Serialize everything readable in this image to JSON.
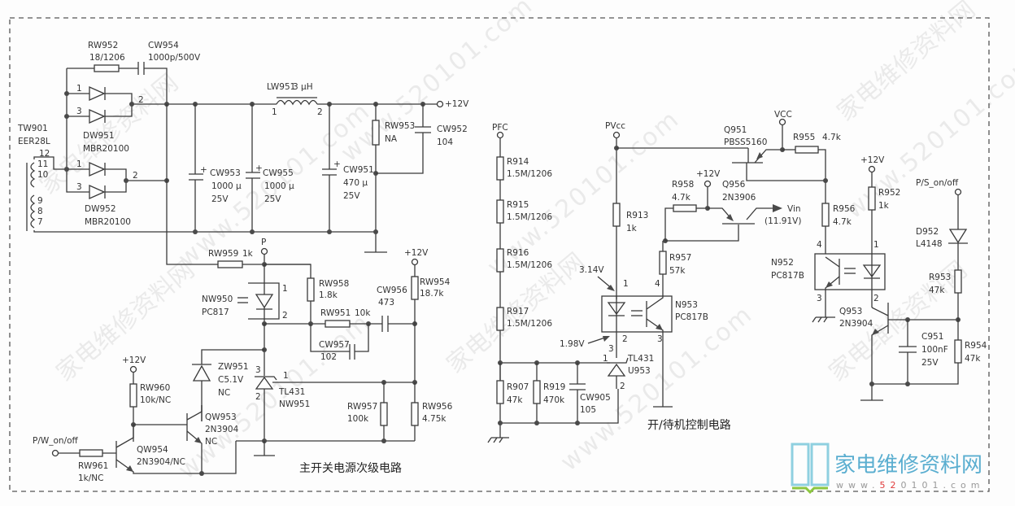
{
  "titles": {
    "main_secondary": "主开关电源次级电路",
    "standby_control": "开/待机控制电路"
  },
  "watermark": {
    "site_name": "家电维修资料网",
    "url": "www.520101.com"
  },
  "logo": {
    "text": "家电维修资料网",
    "url_prefix": "www.",
    "url_red": "52",
    "url_rest": "0101.com"
  },
  "nets": {
    "plus12v": "+12V",
    "p": "P",
    "pfc": "PFC",
    "pvcc": "PVcc",
    "vcc": "VCC",
    "vin": "Vin",
    "vin_value": "(11.91V)",
    "pw_onoff": "P/W_on/off",
    "ps_onoff": "P/S_on/off",
    "v314": "3.14V",
    "v198": "1.98V"
  },
  "components": {
    "TW901": {
      "ref": "TW901",
      "value": "EER28L",
      "pins": [
        "12",
        "11",
        "10",
        "9",
        "8",
        "7"
      ]
    },
    "RW952": {
      "ref": "RW952",
      "value": "18/1206"
    },
    "CW954": {
      "ref": "CW954",
      "value": "1000p/500V"
    },
    "DW951": {
      "ref": "DW951",
      "value": "MBR20100",
      "pins": [
        "1",
        "3",
        "2"
      ]
    },
    "DW952": {
      "ref": "DW952",
      "value": "MBR20100",
      "pins": [
        "1",
        "3",
        "2"
      ]
    },
    "LW951": {
      "ref": "LW951",
      "value": "3 μH",
      "pins": [
        "1",
        "2"
      ]
    },
    "CW953": {
      "ref": "CW953",
      "value": "1000 μ",
      "voltage": "25V"
    },
    "CW955": {
      "ref": "CW955",
      "value": "1000 μ",
      "voltage": "25V"
    },
    "CW951": {
      "ref": "CW951",
      "value": "470 μ",
      "voltage": "25V"
    },
    "RW953": {
      "ref": "RW953",
      "value": "NA"
    },
    "CW952": {
      "ref": "CW952",
      "value": "104"
    },
    "RW959": {
      "ref": "RW959",
      "value": "1k"
    },
    "NW950": {
      "ref": "NW950",
      "value": "PC817",
      "pins": [
        "1",
        "2"
      ]
    },
    "RW958": {
      "ref": "RW958",
      "value": "1.8k"
    },
    "RW951": {
      "ref": "RW951",
      "value": "10k"
    },
    "CW956": {
      "ref": "CW956",
      "value": "473"
    },
    "CW957": {
      "ref": "CW957",
      "value": "102"
    },
    "RW954": {
      "ref": "RW954",
      "value": "18.7k"
    },
    "ZW951": {
      "ref": "ZW951",
      "value": "C5.1V",
      "note": "NC"
    },
    "NW951": {
      "ref": "NW951",
      "value": "TL431",
      "pins": [
        "3",
        "1",
        "2"
      ]
    },
    "RW960": {
      "ref": "RW960",
      "value": "10k/NC"
    },
    "QW953": {
      "ref": "QW953",
      "value": "2N3904",
      "note": "NC"
    },
    "QW954": {
      "ref": "QW954",
      "value": "2N3904/NC"
    },
    "RW961": {
      "ref": "RW961",
      "value": "1k/NC"
    },
    "RW957": {
      "ref": "RW957",
      "value": "100k"
    },
    "RW956": {
      "ref": "RW956",
      "value": "4.75k"
    },
    "R914": {
      "ref": "R914",
      "value": "1.5M/1206"
    },
    "R915": {
      "ref": "R915",
      "value": "1.5M/1206"
    },
    "R916": {
      "ref": "R916",
      "value": "1.5M/1206"
    },
    "R917": {
      "ref": "R917",
      "value": "1.5M/1206"
    },
    "R907": {
      "ref": "R907",
      "value": "47k"
    },
    "R919": {
      "ref": "R919",
      "value": "470k"
    },
    "CW905": {
      "ref": "CW905",
      "value": "105"
    },
    "R913": {
      "ref": "R913",
      "value": "1k"
    },
    "N953": {
      "ref": "N953",
      "value": "PC817B",
      "pins": [
        "1",
        "2",
        "4",
        "3"
      ]
    },
    "U953": {
      "ref": "U953",
      "value": "TL431",
      "pins": [
        "3",
        "1",
        "2"
      ]
    },
    "R957": {
      "ref": "R957",
      "value": "57k"
    },
    "R958": {
      "ref": "R958",
      "value": "4.7k"
    },
    "Q956": {
      "ref": "Q956",
      "value": "2N3906"
    },
    "Q951": {
      "ref": "Q951",
      "value": "PBSS5160"
    },
    "R955": {
      "ref": "R955",
      "value": "4.7k"
    },
    "R956": {
      "ref": "R956",
      "value": "4.7k"
    },
    "N952": {
      "ref": "N952",
      "value": "PC817B",
      "pins": [
        "4",
        "1",
        "3",
        "2"
      ]
    },
    "R952": {
      "ref": "R952",
      "value": "1k"
    },
    "D952": {
      "ref": "D952",
      "value": "L4148"
    },
    "R953": {
      "ref": "R953",
      "value": "47k"
    },
    "Q953": {
      "ref": "Q953",
      "value": "2N3904"
    },
    "C951": {
      "ref": "C951",
      "value": "100nF",
      "voltage": "25V"
    },
    "R954": {
      "ref": "R954",
      "value": "47k"
    }
  }
}
